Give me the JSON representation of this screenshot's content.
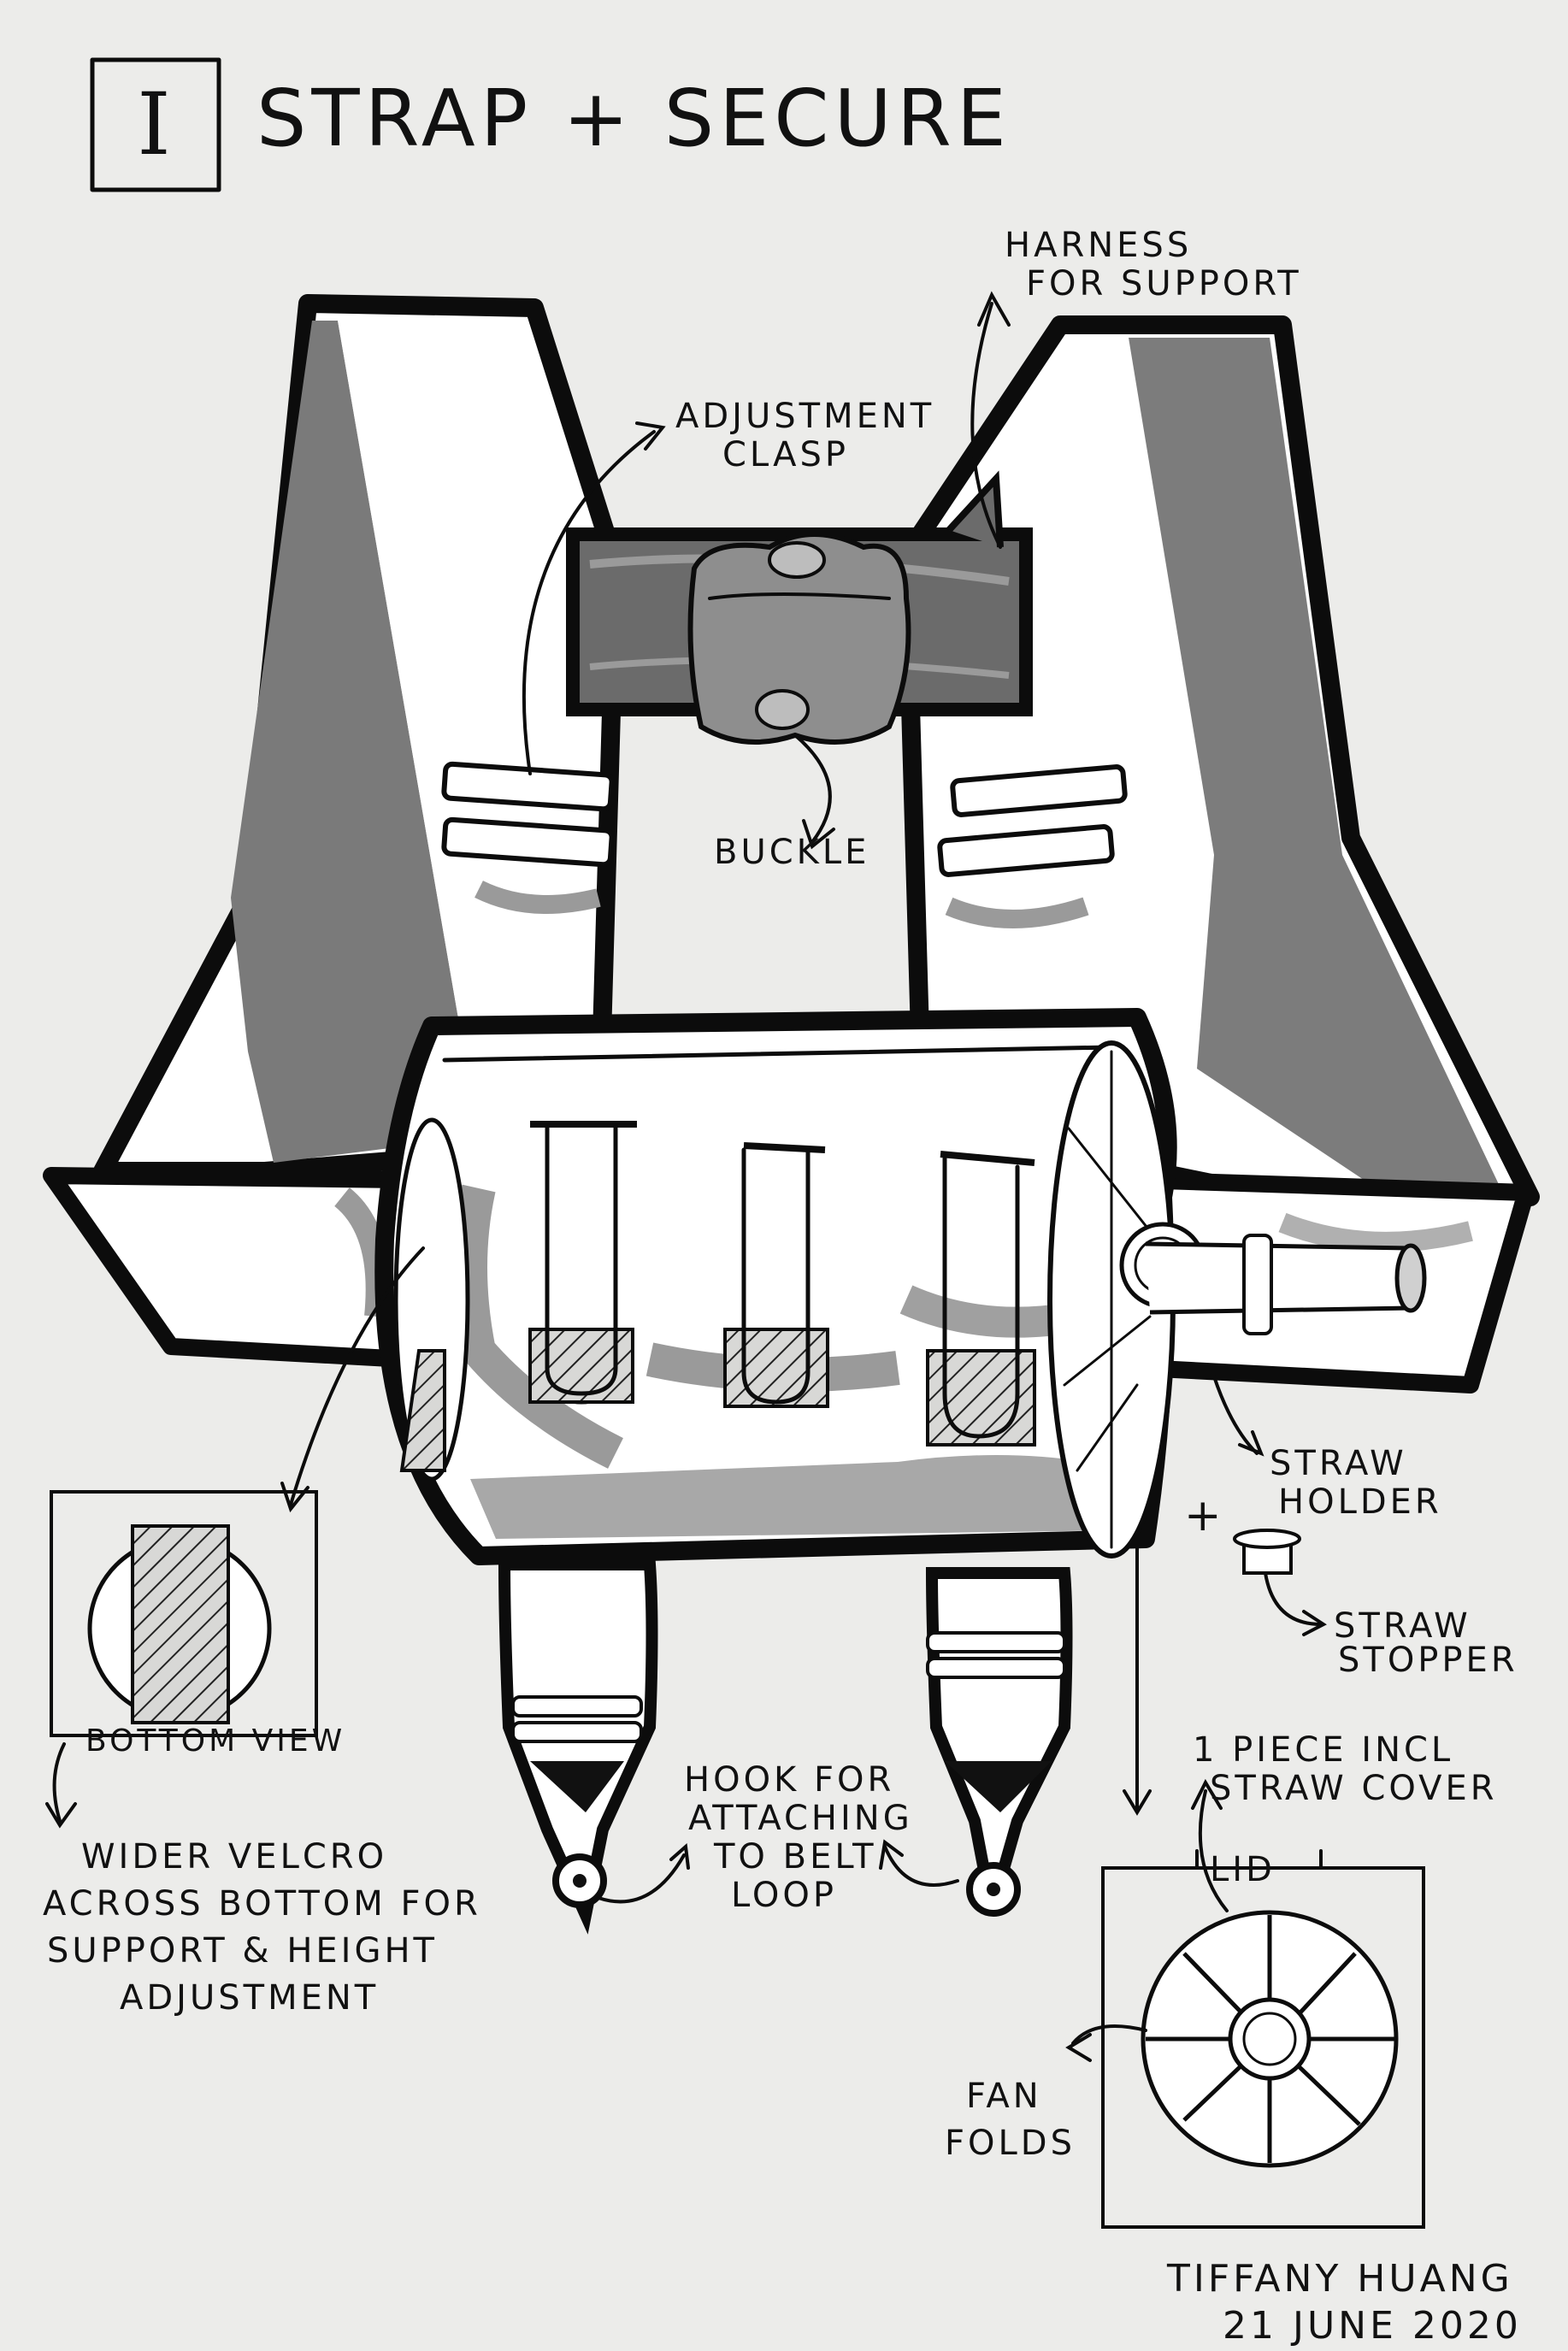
{
  "title": {
    "numeral": "I",
    "text": "STRAP + SECURE"
  },
  "labels": {
    "harness": [
      "HARNESS",
      "FOR SUPPORT"
    ],
    "adjustment_clasp": [
      "ADJUSTMENT",
      "CLASP"
    ],
    "buckle": "BUCKLE",
    "straw_holder": [
      "STRAW",
      "HOLDER"
    ],
    "plus": "+",
    "straw_stopper": [
      "STRAW",
      "STOPPER"
    ],
    "bottom_view": "BOTTOM VIEW",
    "velcro_note": [
      "WIDER VELCRO",
      "ACROSS BOTTOM FOR",
      "SUPPORT & HEIGHT",
      "ADJUSTMENT"
    ],
    "hook": [
      "HOOK FOR",
      "ATTACHING",
      "TO BELT",
      "LOOP"
    ],
    "one_piece": [
      "1 PIECE INCL",
      "STRAW COVER"
    ],
    "lid": "LID",
    "fan_folds": [
      "FAN",
      "FOLDS"
    ]
  },
  "signature": {
    "name": "TIFFANY HUANG",
    "date": "21 JUNE 2020"
  },
  "colors": {
    "paper": "#ececea",
    "ink": "#0c0c0c",
    "marker_dark": "#6e6e6e",
    "marker_mid": "#8a8a8a",
    "marker_light": "#b4b4b4"
  }
}
